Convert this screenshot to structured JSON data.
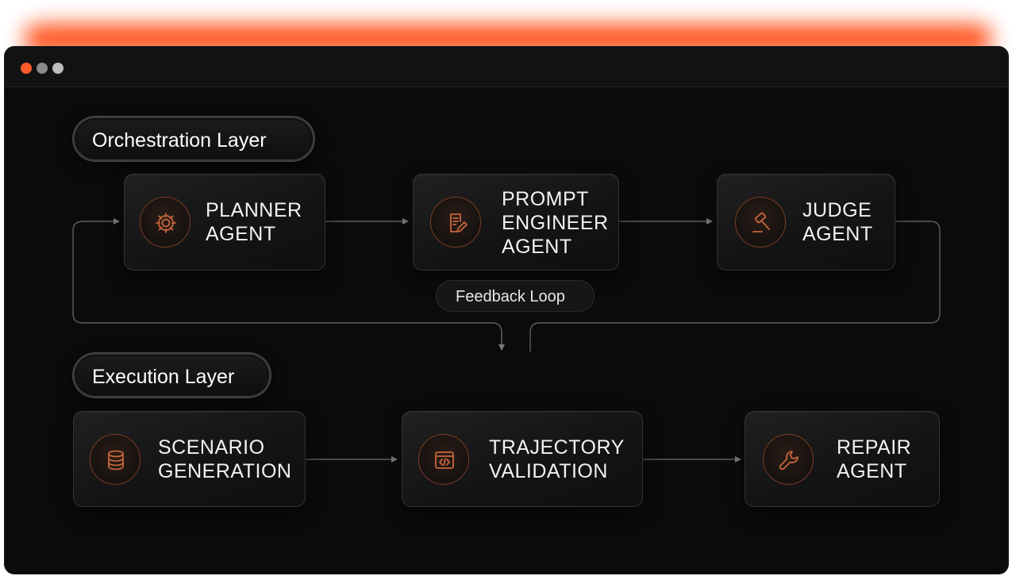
{
  "window": {
    "accent_color": "#ff4a12",
    "dot_colors": [
      "#ff5a2b",
      "#8a8a8a",
      "#bdbdbd"
    ]
  },
  "orchestration": {
    "label": "Orchestration Layer",
    "nodes": [
      {
        "lines": [
          "PLANNER",
          "AGENT"
        ],
        "icon": "gear-icon"
      },
      {
        "lines": [
          "PROMPT",
          "ENGINEER",
          "AGENT"
        ],
        "icon": "document-pencil-icon"
      },
      {
        "lines": [
          "JUDGE",
          "AGENT"
        ],
        "icon": "gavel-icon"
      }
    ]
  },
  "feedback": {
    "label": "Feedback Loop"
  },
  "execution": {
    "label": "Execution Layer",
    "nodes": [
      {
        "lines": [
          "SCENARIO",
          "GENERATION"
        ],
        "icon": "database-icon"
      },
      {
        "lines": [
          "TRAJECTORY",
          "VALIDATION"
        ],
        "icon": "code-window-icon"
      },
      {
        "lines": [
          "REPAIR",
          "AGENT"
        ],
        "icon": "wrench-icon"
      }
    ]
  }
}
